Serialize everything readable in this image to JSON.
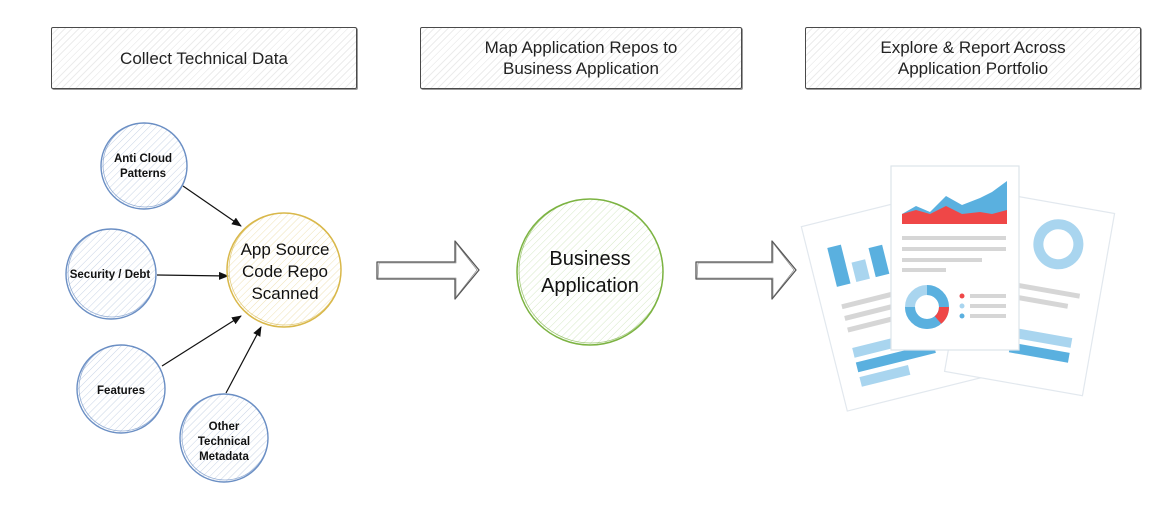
{
  "steps": [
    {
      "line1": "Collect Technical Data",
      "line2": ""
    },
    {
      "line1": "Map Application Repos to",
      "line2": "Business Application"
    },
    {
      "line1": "Explore & Report Across",
      "line2": "Application Portfolio"
    }
  ],
  "inputs": [
    {
      "lines": [
        "Anti Cloud",
        "Patterns"
      ]
    },
    {
      "lines": [
        "Security / Debt"
      ]
    },
    {
      "lines": [
        "Features"
      ]
    },
    {
      "lines": [
        "Other",
        "Technical",
        "Metadata"
      ]
    }
  ],
  "hub": {
    "lines": [
      "App Source",
      "Code Repo",
      "Scanned"
    ]
  },
  "business": {
    "lines": [
      "Business",
      "Application"
    ]
  },
  "colors": {
    "input_circle": "#6b8fc4",
    "hub_circle": "#d9b84a",
    "business_circle": "#7cb342",
    "report_blue": "#5ab0df",
    "report_red": "#ef4747",
    "report_gray": "#d6d6d6"
  },
  "icons": {
    "arrow1": "hollow-right-arrow-icon",
    "arrow2": "hollow-right-arrow-icon",
    "reports": "reports-documents-icon"
  }
}
